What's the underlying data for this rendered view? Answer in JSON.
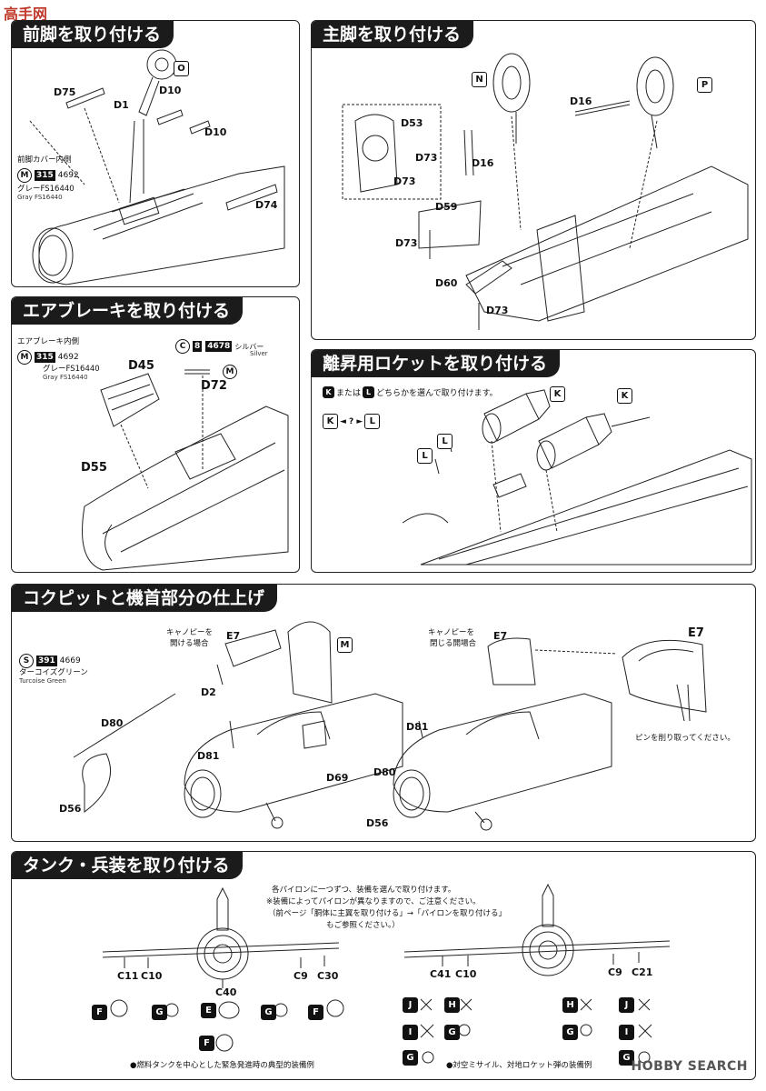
{
  "watermark_top": "高手网",
  "watermark_bottom": "HOBBY SEARCH",
  "panels": {
    "nose_gear": {
      "title": "前脚を取り付ける",
      "parts": [
        "D75",
        "D1",
        "D10",
        "D10",
        "D74"
      ],
      "part_badge": "O",
      "paint_note": "前脚カバー内側",
      "paint_letter": "M",
      "paint_code1": "315",
      "paint_code2": "4692",
      "paint_jp": "グレーFS16440",
      "paint_en": "Gray FS16440"
    },
    "main_gear": {
      "title": "主脚を取り付ける",
      "parts": [
        "D53",
        "D73",
        "D73",
        "D16",
        "D16",
        "D59",
        "D73",
        "D60",
        "D73"
      ],
      "badge_left": "N",
      "badge_right": "P"
    },
    "airbrake": {
      "title": "エアブレーキを取り付ける",
      "paint_note": "エアブレーキ内側",
      "paint_letter": "M",
      "paint_code1": "315",
      "paint_code2": "4692",
      "paint_jp": "グレーFS16440",
      "paint_en": "Gray FS16440",
      "silver_letter": "C",
      "silver_code1": "8",
      "silver_code2": "4678",
      "silver_jp": "シルバー",
      "silver_en": "Silver",
      "parts": [
        "D45",
        "D72",
        "D55"
      ],
      "small_badge": "M"
    },
    "rockets": {
      "title": "離昇用ロケットを取り付ける",
      "choice_k": "K",
      "choice_text_mid": "または",
      "choice_l": "L",
      "choice_text_end": "どちらかを選んで取り付けます。",
      "arrow_k": "K",
      "arrow_l": "L",
      "badge_k1": "K",
      "badge_k2": "K",
      "badge_l1": "L",
      "badge_l2": "L"
    },
    "cockpit": {
      "title": "コクピットと機首部分の仕上げ",
      "paint_letter": "S",
      "paint_code1": "391",
      "paint_code2": "4669",
      "paint_jp": "ターコイズグリーン",
      "paint_en": "Turcoise Green",
      "canopy_open_1": "キャノピーを",
      "canopy_open_2": "開ける場合",
      "canopy_closed_1": "キャノピーを",
      "canopy_closed_2": "閉じる開場合",
      "parts_left": [
        "E7",
        "D2",
        "D80",
        "D81",
        "D69",
        "D56"
      ],
      "parts_right": [
        "E7",
        "D81",
        "D80",
        "D56",
        "E7"
      ],
      "seat_badge": "M",
      "pin_note": "ピンを削り取ってください。"
    },
    "stores": {
      "title": "タンク・兵装を取り付ける",
      "note1": "各パイロンに一つずつ、装備を選んで取り付けます。",
      "note2": "※装備によってパイロンが異なりますので、ご注意ください。",
      "note3": "（前ページ「胴体に主翼を取り付ける」→「パイロンを取り付ける」",
      "note4": "もご参照ください。）",
      "left_pylons": [
        "C11",
        "C10",
        "C40",
        "C9",
        "C30"
      ],
      "left_badges": [
        "F",
        "G",
        "E",
        "G",
        "F",
        "F"
      ],
      "left_caption": "●燃料タンクを中心とした緊急発進時の典型的装備例",
      "right_pylons": [
        "C41",
        "C10",
        "C9",
        "C21"
      ],
      "right_badges": [
        "J",
        "H",
        "I",
        "G",
        "G",
        "H",
        "J",
        "G",
        "I",
        "G"
      ],
      "right_caption": "●対空ミサイル、対地ロケット弾の装備例"
    }
  }
}
